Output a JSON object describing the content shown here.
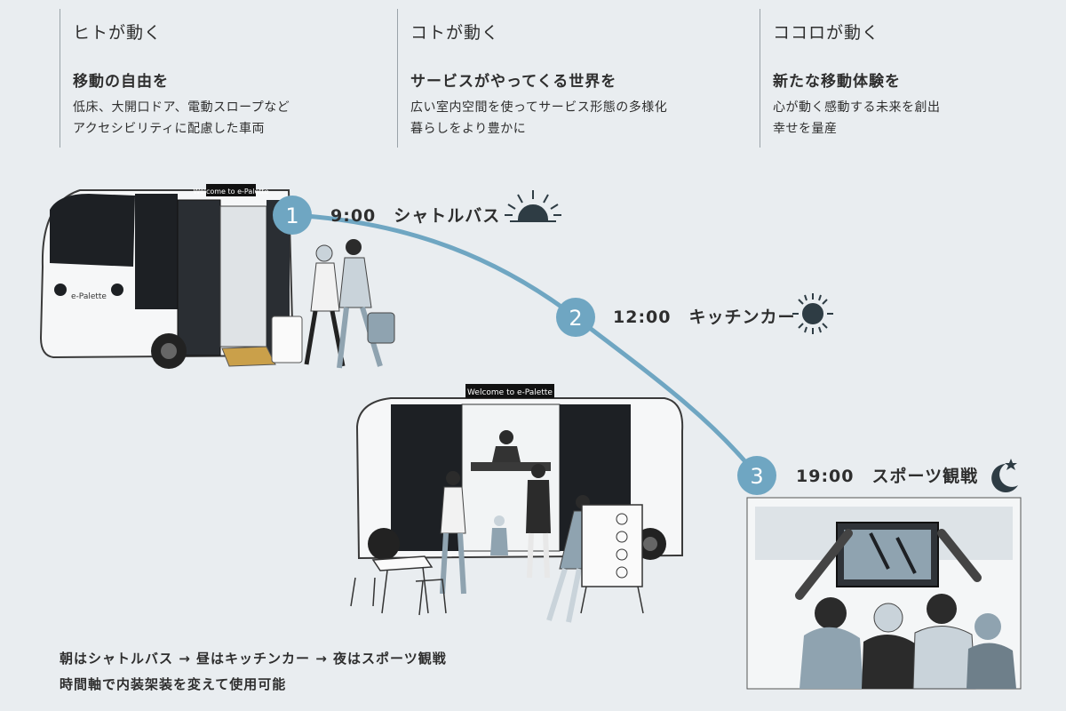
{
  "columns": [
    {
      "title": "ヒトが動く",
      "heading": "移動の自由を",
      "lines": [
        "低床、大開口ドア、電動スロープなど",
        "アクセシビリティに配慮した車両"
      ]
    },
    {
      "title": "コトが動く",
      "heading": "サービスがやってくる世界を",
      "lines": [
        "広い室内空間を使ってサービス形態の多様化",
        "暮らしをより豊かに"
      ]
    },
    {
      "title": "ココロが動く",
      "heading": "新たな移動体験を",
      "lines": [
        "心が動く感動する未来を創出",
        "幸せを量産"
      ]
    }
  ],
  "timeline": [
    {
      "number": "1",
      "label": "9:00　シャトルバス",
      "icon": "sunrise-icon"
    },
    {
      "number": "2",
      "label": "12:00　キッチンカー",
      "icon": "sun-icon"
    },
    {
      "number": "3",
      "label": "19:00　スポーツ観戦",
      "icon": "moon-star-icon"
    }
  ],
  "vehicle_signage": {
    "shuttle_sign": "Welcome to e-Palette",
    "shuttle_badge": "e-Palette",
    "kitchen_sign": "Welcome to e-Palette"
  },
  "bottom_note": {
    "line1": "朝はシャトルバス → 昼はキッチンカー → 夜はスポーツ観戦",
    "line2": "時間軸で内装架装を変えて使用可能"
  },
  "colors": {
    "background": "#e9edf0",
    "accent": "#6fa6c2",
    "text": "#2e2e2e",
    "divider": "#9aa3a9"
  }
}
